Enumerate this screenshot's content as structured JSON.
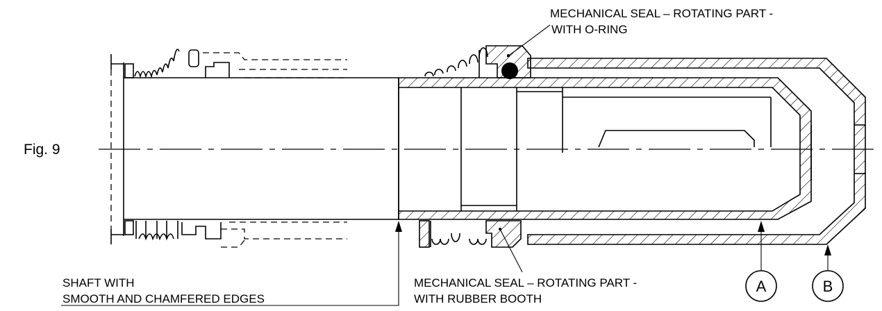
{
  "figure": {
    "label": "Fig. 9"
  },
  "labels": {
    "top_seal_line1": "MECHANICAL SEAL – ROTATING PART -",
    "top_seal_line2": "WITH O-RING",
    "bottom_seal_line1": "MECHANICAL SEAL – ROTATING PART -",
    "bottom_seal_line2": "WITH RUBBER BOOTH",
    "shaft_line1": "SHAFT WITH",
    "shaft_line2": "SMOOTH AND CHAMFERED EDGES"
  },
  "callouts": {
    "a": "A",
    "b": "B"
  }
}
